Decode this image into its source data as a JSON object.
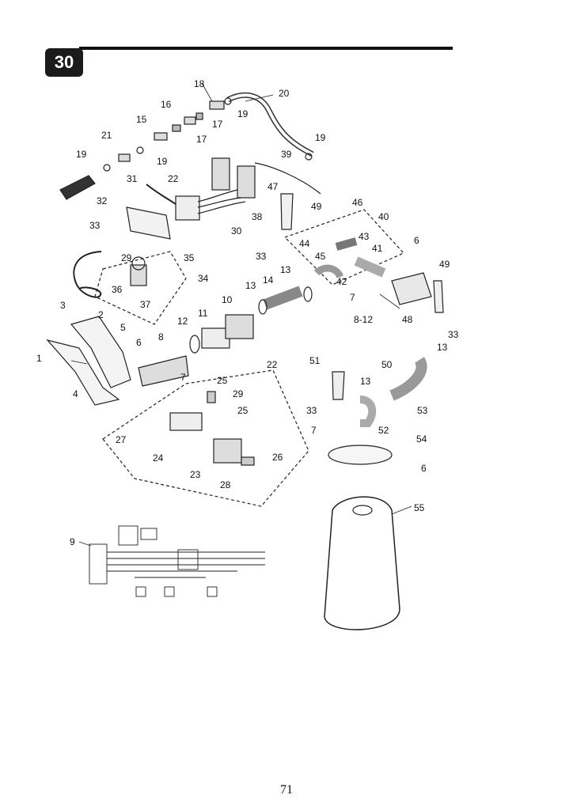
{
  "page": {
    "section_number": "30",
    "page_number": "71"
  },
  "callouts": {
    "c1": "1",
    "c2": "2",
    "c3": "3",
    "c4": "4",
    "c5": "5",
    "c6a": "6",
    "c6b": "6",
    "c6c": "6",
    "c7a": "7",
    "c7b": "7",
    "c7c": "7",
    "c8": "8",
    "c8_12": "8-12",
    "c9": "9",
    "c10": "10",
    "c11": "11",
    "c12": "12",
    "c13a": "13",
    "c13b": "13",
    "c13c": "13",
    "c13d": "13",
    "c14": "14",
    "c15": "15",
    "c16": "16",
    "c17a": "17",
    "c17b": "17",
    "c18": "18",
    "c19a": "19",
    "c19b": "19",
    "c19c": "19",
    "c19d": "19",
    "c20": "20",
    "c21": "21",
    "c22a": "22",
    "c22b": "22",
    "c23": "23",
    "c24": "24",
    "c25a": "25",
    "c25b": "25",
    "c26": "26",
    "c27": "27",
    "c28": "28",
    "c29a": "29",
    "c29b": "29",
    "c30": "30",
    "c31": "31",
    "c32": "32",
    "c33a": "33",
    "c33b": "33",
    "c33c": "33",
    "c33d": "33",
    "c34": "34",
    "c35": "35",
    "c36": "36",
    "c37": "37",
    "c38": "38",
    "c39": "39",
    "c40": "40",
    "c41": "41",
    "c42": "42",
    "c43": "43",
    "c44": "44",
    "c45": "45",
    "c46": "46",
    "c47": "47",
    "c48": "48",
    "c49a": "49",
    "c49b": "49",
    "c50": "50",
    "c51": "51",
    "c52": "52",
    "c53": "53",
    "c54": "54",
    "c55": "55"
  }
}
